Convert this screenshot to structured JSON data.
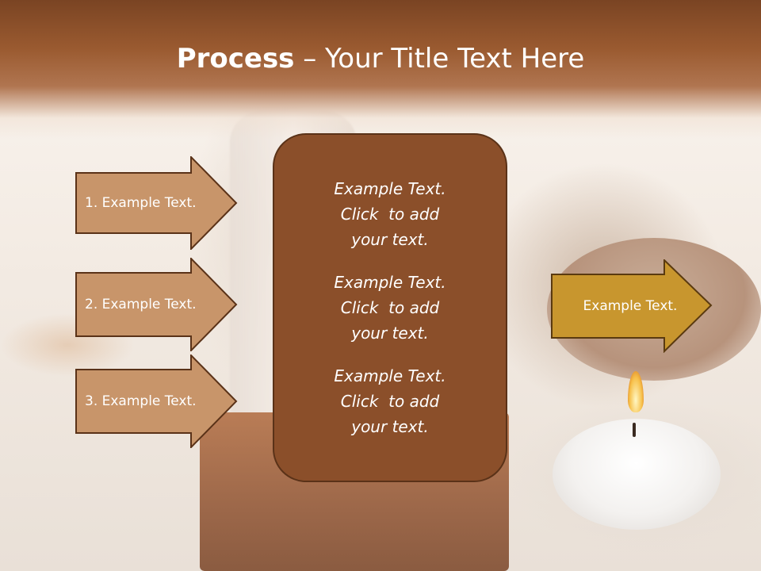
{
  "slide": {
    "title_bold": "Process",
    "title_rest": " – Your Title Text Here",
    "left_arrows": [
      {
        "label": "1. Example Text."
      },
      {
        "label": "2. Example Text."
      },
      {
        "label": "3. Example Text."
      }
    ],
    "center_items": [
      {
        "line1": "Example Text.",
        "line2": "Click  to add",
        "line3": "your text."
      },
      {
        "line1": "Example Text.",
        "line2": "Click  to add",
        "line3": "your text."
      },
      {
        "line1": "Example Text.",
        "line2": "Click  to add",
        "line3": "your text."
      }
    ],
    "right_arrow": {
      "label": "Example Text."
    }
  },
  "colors": {
    "header": "#8b4f2a",
    "left_arrow_fill": "#c8956a",
    "left_arrow_stroke": "#5a3218",
    "center_fill": "#8b4f2a",
    "right_arrow_fill": "#c8962e",
    "right_arrow_stroke": "#5a3a10"
  }
}
